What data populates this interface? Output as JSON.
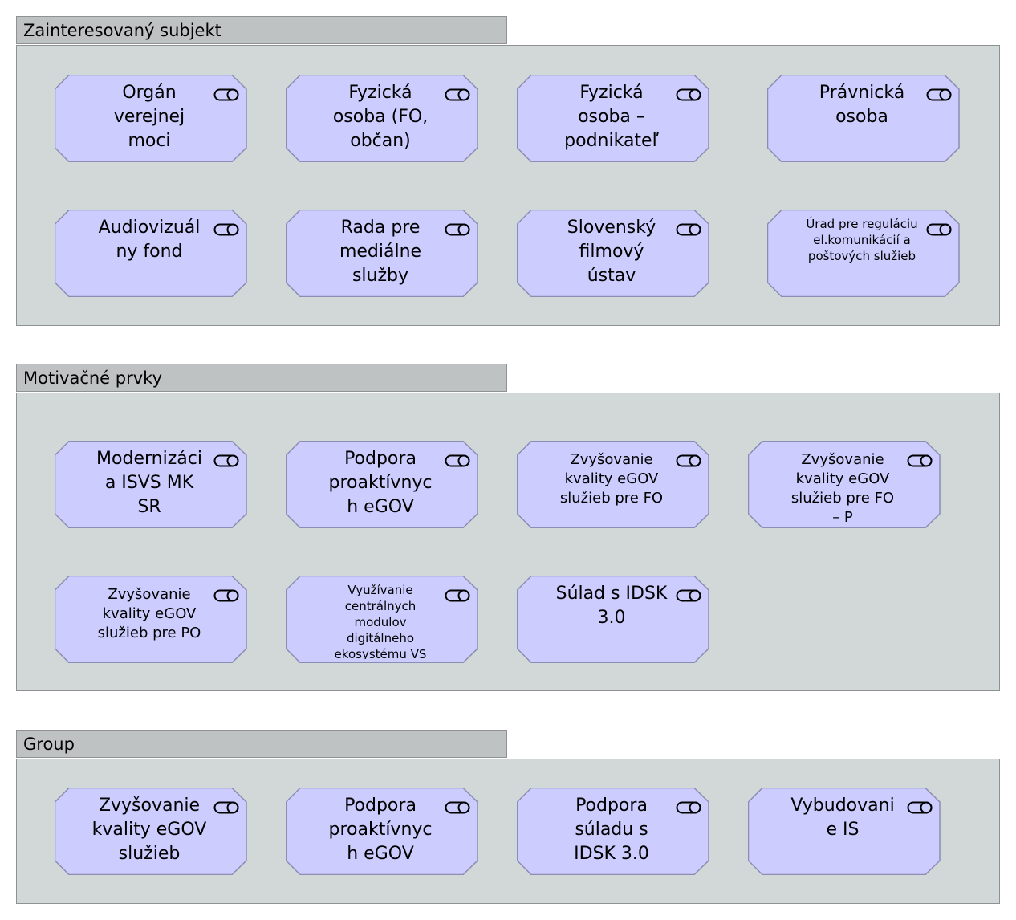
{
  "groups": [
    {
      "title": "Zainteresovaný subjekt",
      "nodes": [
        {
          "label": "Orgán\nverejnej\nmoci"
        },
        {
          "label": "Fyzická\nosoba (FO,\nobčan)"
        },
        {
          "label": "Fyzická\nosoba –\npodnikateľ"
        },
        {
          "label": "Právnická\nosoba"
        },
        {
          "label": "Audiovizuál\nny fond"
        },
        {
          "label": "Rada pre\nmediálne\nslužby"
        },
        {
          "label": "Slovenský\nfilmový\nústav"
        },
        {
          "label": "Úrad pre reguláciu\nel.komunikácií a\npoštových služieb"
        }
      ]
    },
    {
      "title": "Motivačné prvky",
      "nodes": [
        {
          "label": "Modernizáci\na ISVS MK\nSR"
        },
        {
          "label": "Podpora\nproaktívnyc\nh eGOV"
        },
        {
          "label": "Zvyšovanie\nkvality eGOV\nslužieb pre FO"
        },
        {
          "label": "Zvyšovanie\nkvality eGOV\nslužieb pre FO\n– P"
        },
        {
          "label": "Zvyšovanie\nkvality eGOV\nslužieb pre PO"
        },
        {
          "label": "Využívanie\ncentrálnych\nmodulov\ndigitálneho\nekosystému VS"
        },
        {
          "label": "Súlad s IDSK\n3.0"
        }
      ]
    },
    {
      "title": "Group",
      "nodes": [
        {
          "label": "Zvyšovanie\nkvality eGOV\nslužieb"
        },
        {
          "label": "Podpora\nproaktívnyc\nh eGOV"
        },
        {
          "label": "Podpora\nsúladu s\nIDSK 3.0"
        },
        {
          "label": "Vybudovani\ne IS"
        }
      ]
    }
  ],
  "colors": {
    "node_fill": "#ccccff",
    "node_stroke": "#8c8cb4",
    "group_fill": "#d2d8d8",
    "group_header": "#bfc2c2"
  },
  "icon": "goal-driver-toggle-icon"
}
